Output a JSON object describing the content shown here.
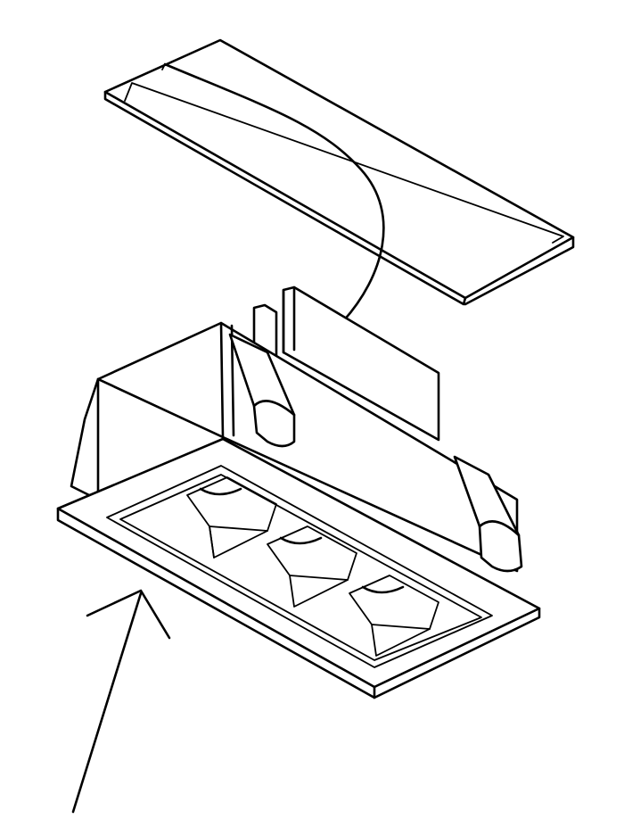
{
  "diagram": {
    "parts": [
      "ceiling-panel",
      "power-cable",
      "driver-box",
      "downlight-housing",
      "spring-clip-left",
      "spring-clip-right",
      "trim-frame",
      "lens-module-1",
      "lens-module-2",
      "lens-module-3",
      "insert-arrow"
    ],
    "colors": {
      "line": "#000000",
      "background": "#ffffff"
    },
    "lens_count": 3
  }
}
